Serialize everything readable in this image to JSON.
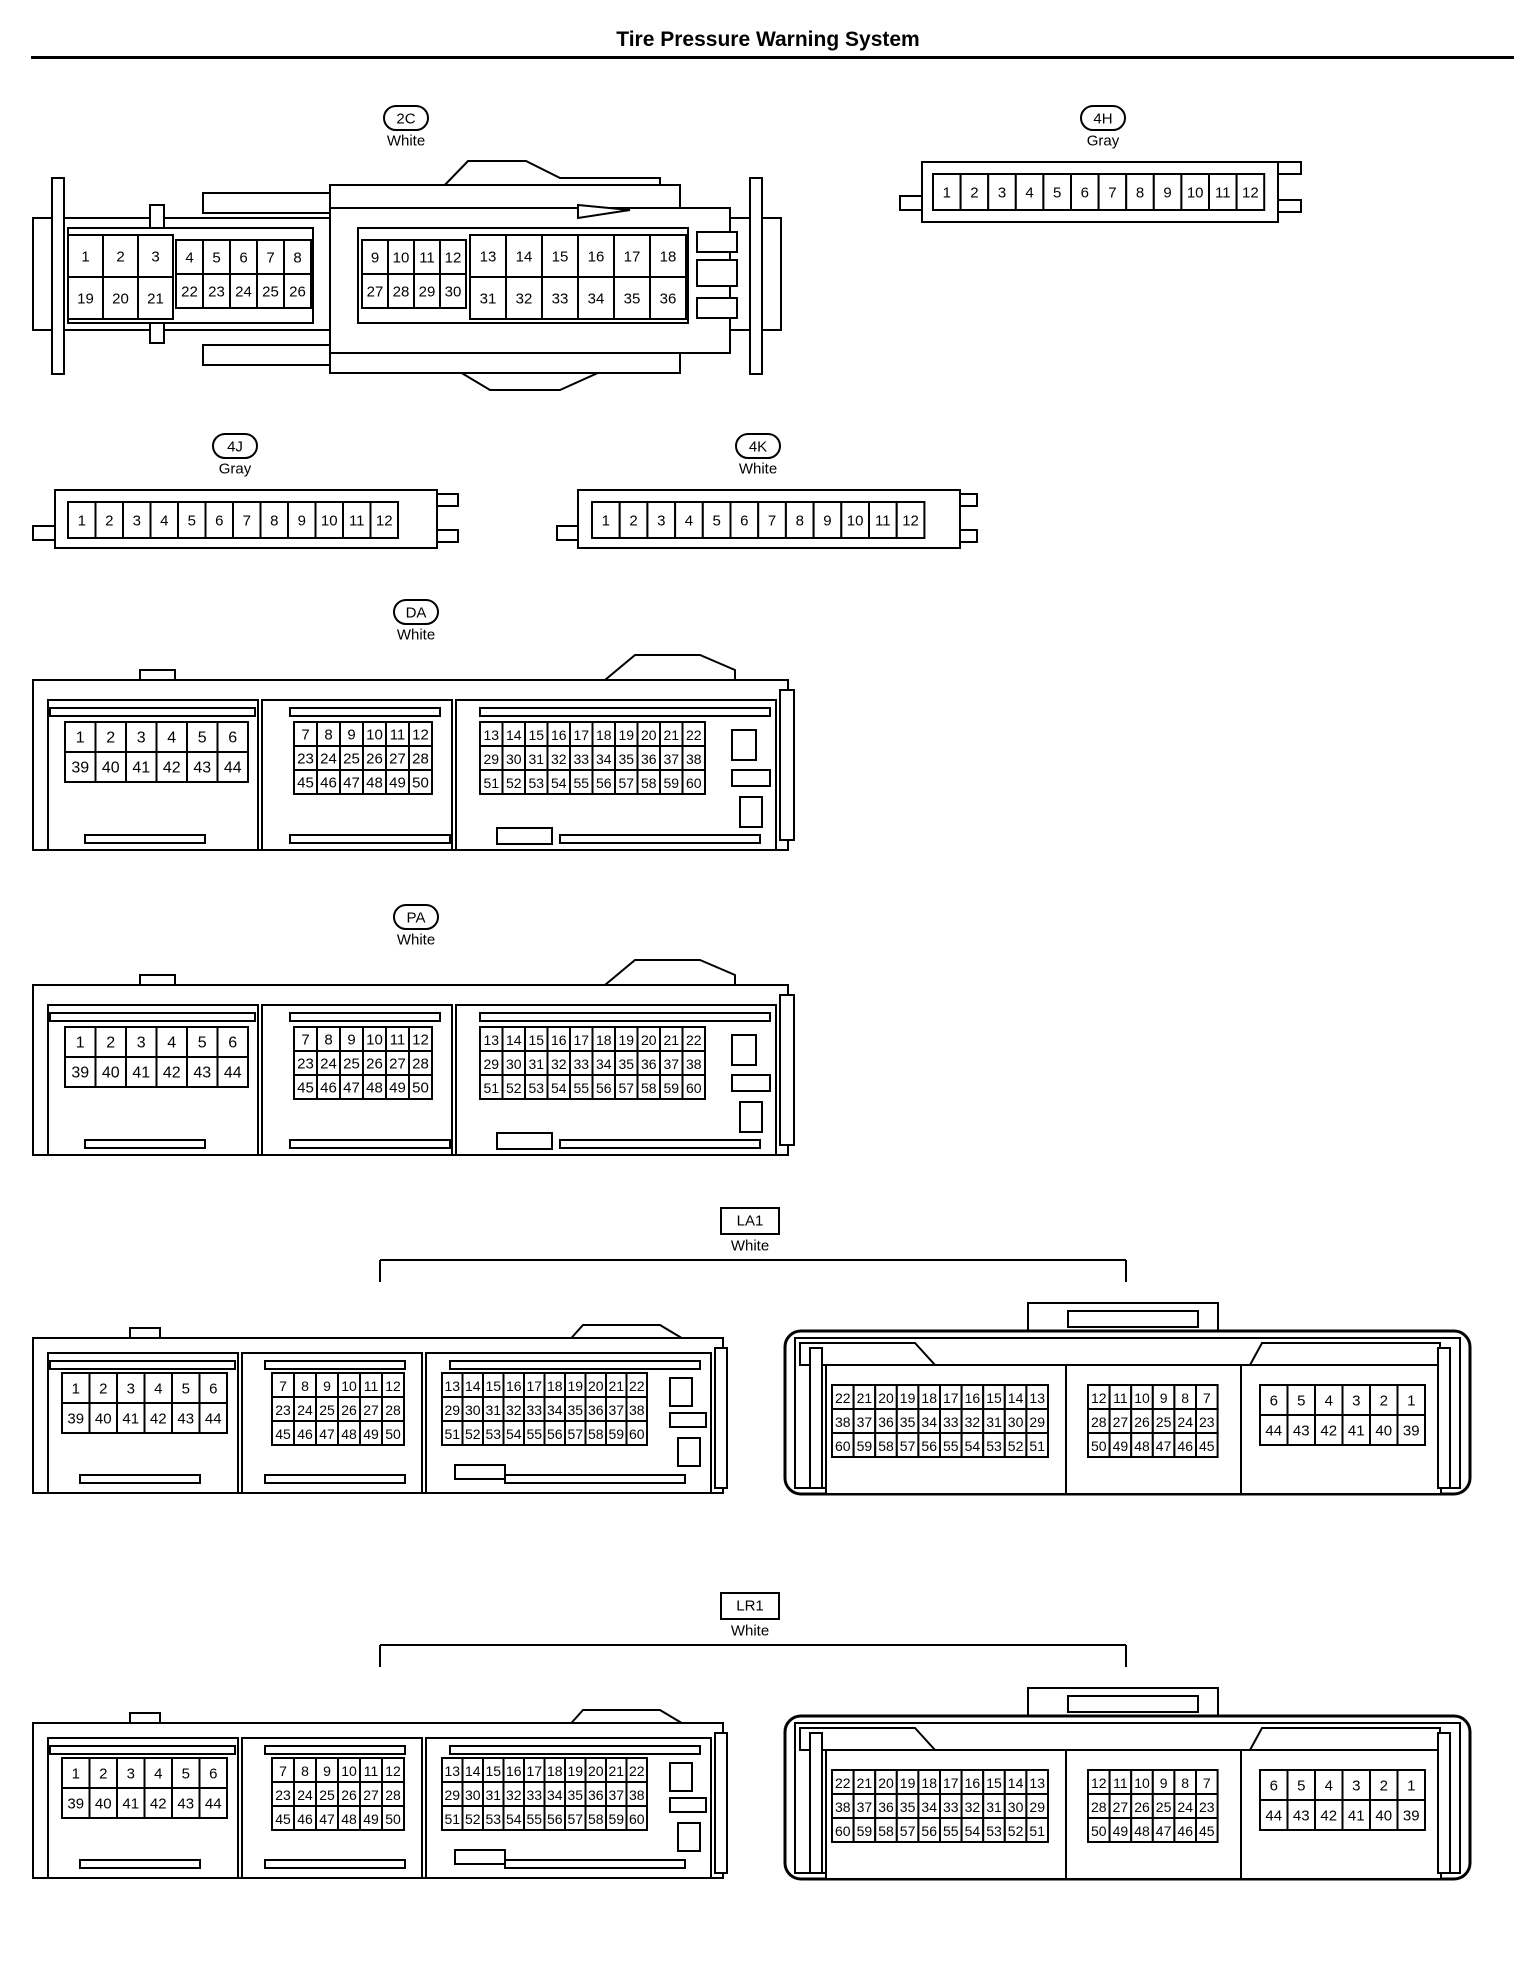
{
  "page": {
    "title": "Tire Pressure Warning System"
  },
  "connectors": [
    {
      "id": "2C",
      "color": "White"
    },
    {
      "id": "4H",
      "color": "Gray"
    },
    {
      "id": "4J",
      "color": "Gray"
    },
    {
      "id": "4K",
      "color": "White"
    },
    {
      "id": "DA",
      "color": "White"
    },
    {
      "id": "PA",
      "color": "White"
    },
    {
      "id": "LA1",
      "color": "White"
    },
    {
      "id": "LR1",
      "color": "White"
    }
  ]
}
